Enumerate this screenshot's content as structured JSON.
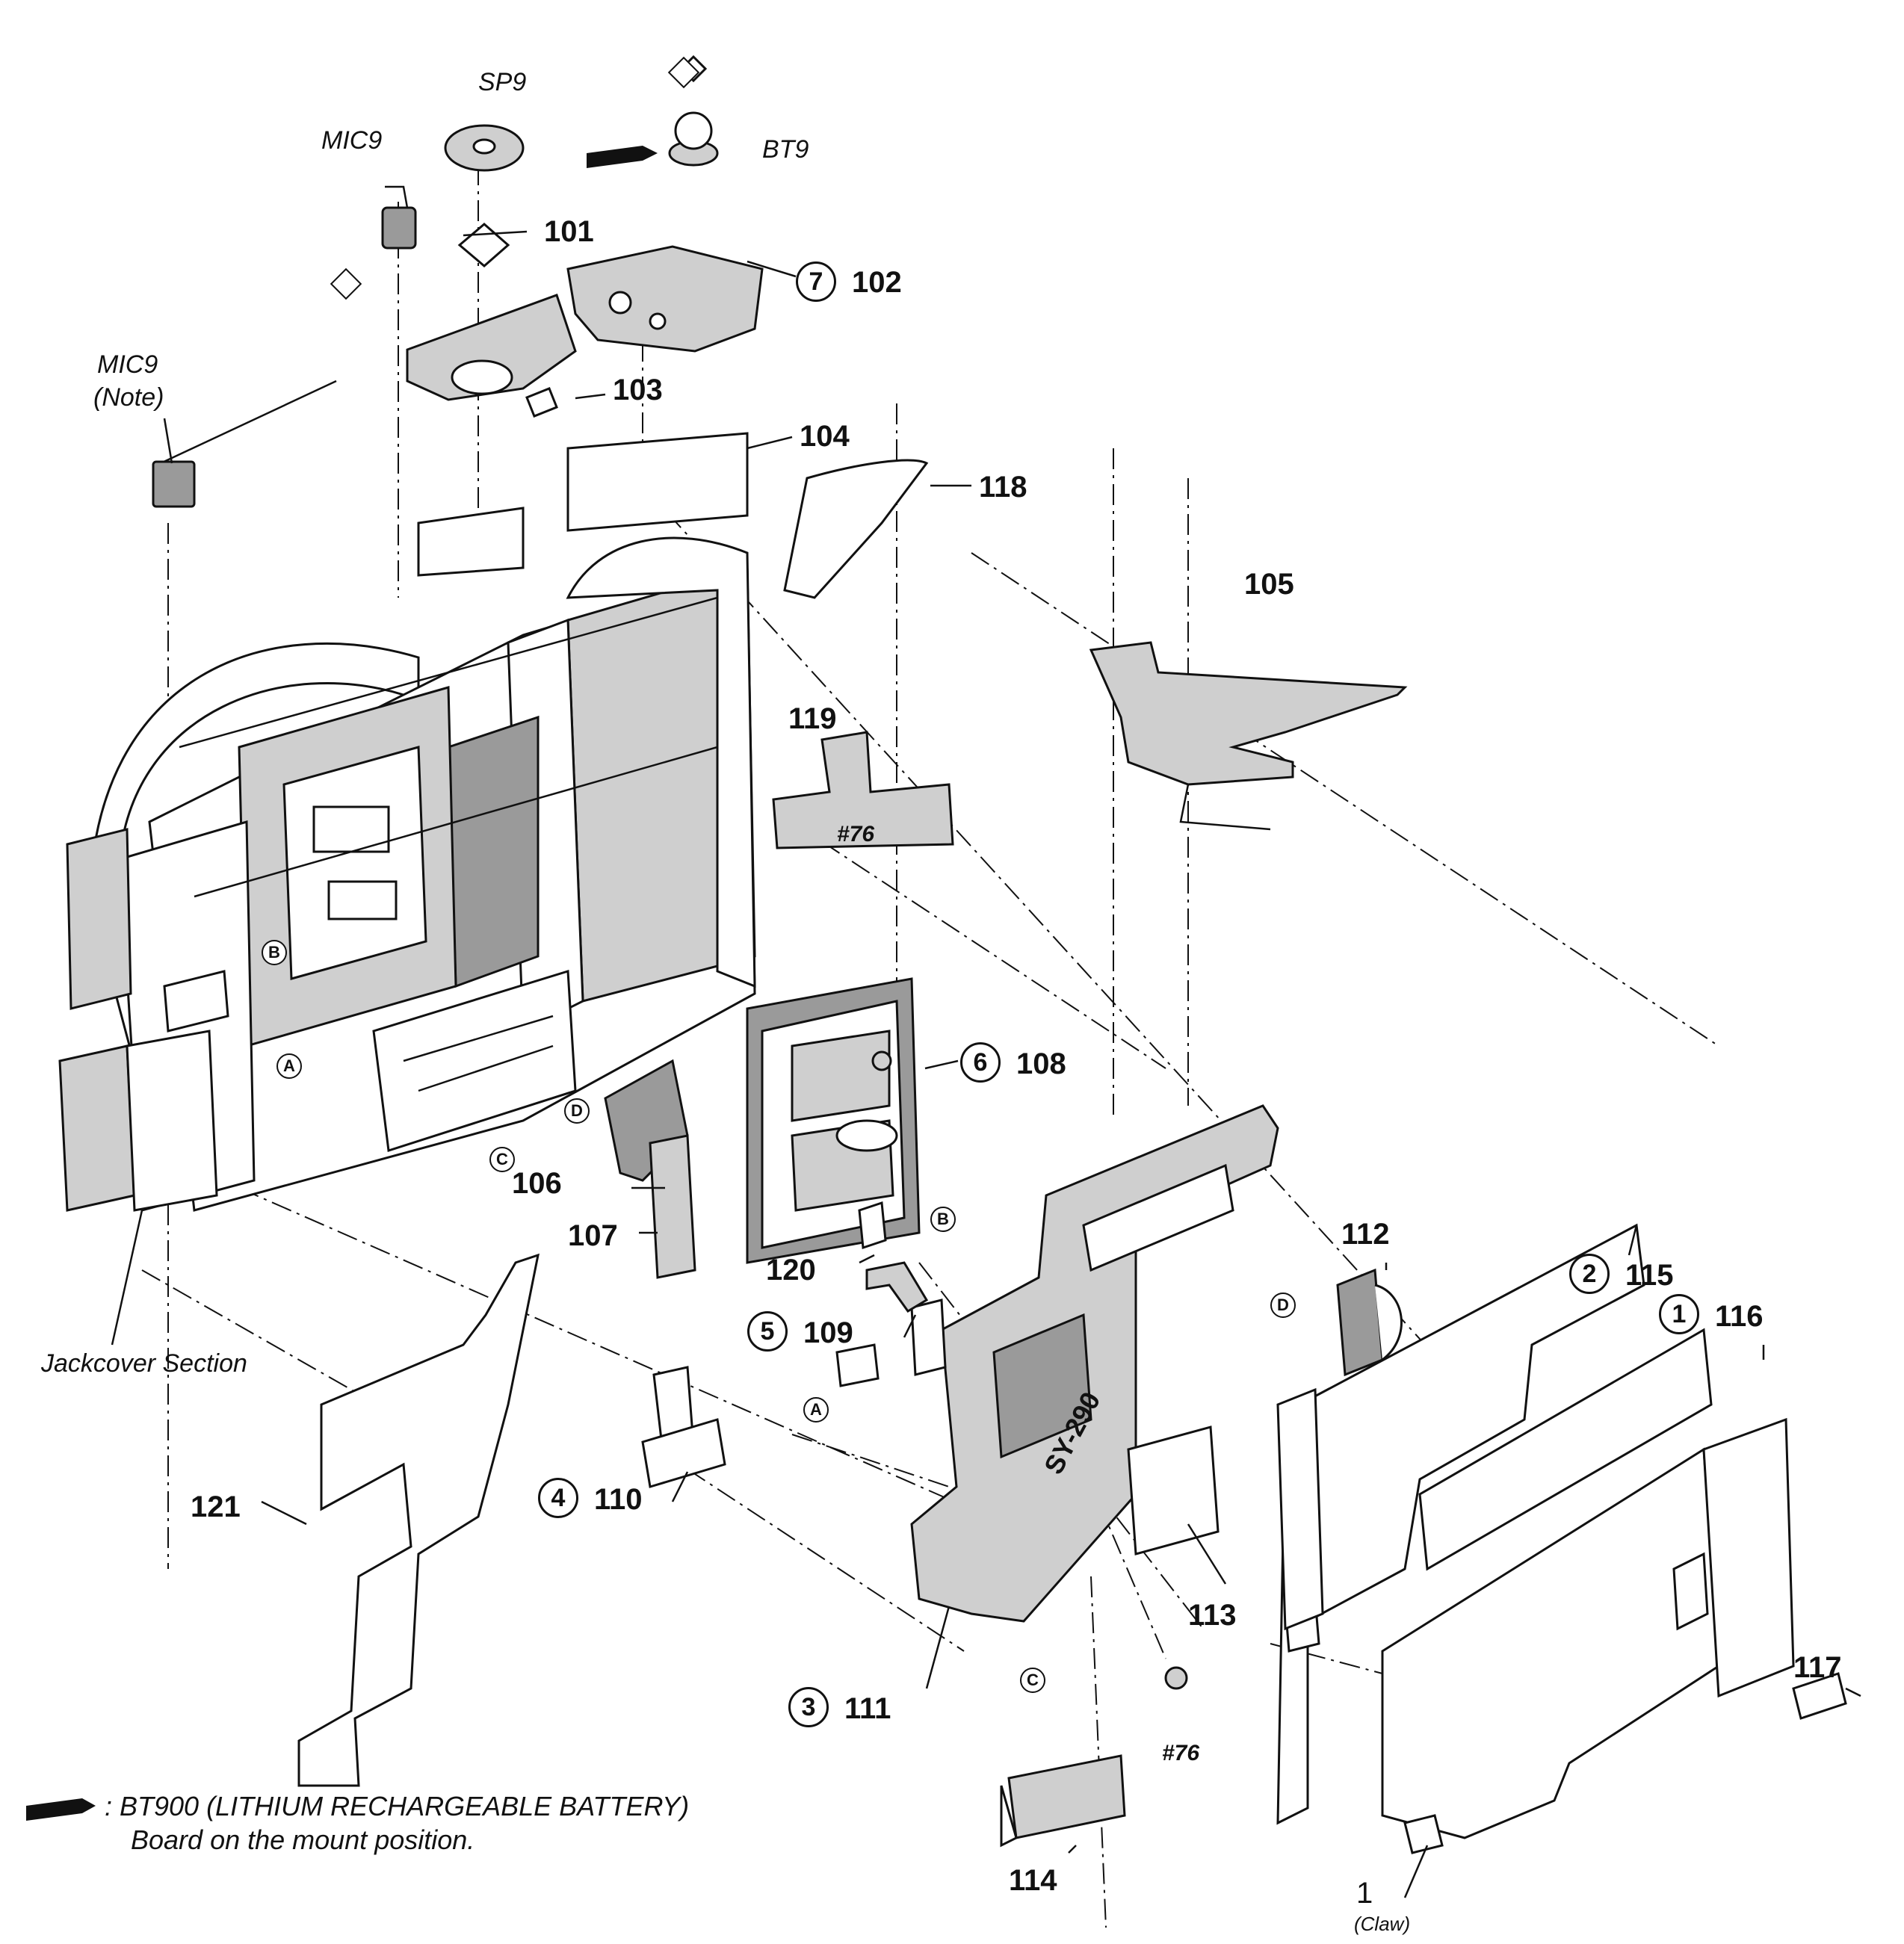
{
  "diagram": {
    "part_labels": {
      "sp9": "SP9",
      "mic9_top": "MIC9",
      "bt9": "BT9",
      "mic9_left": "MIC9",
      "mic9_note": "(Note)",
      "p101": "101",
      "p102": "102",
      "p103": "103",
      "p104": "104",
      "p105": "105",
      "p106": "106",
      "p107": "107",
      "p108": "108",
      "p109": "109",
      "p110": "110",
      "p111": "111",
      "p112": "112",
      "p113": "113",
      "p114": "114",
      "p115": "115",
      "p116": "116",
      "p117": "117",
      "p118": "118",
      "p119": "119",
      "p120": "120",
      "p121": "121",
      "screw_a": "#76",
      "screw_b": "#76",
      "claw_num": "1",
      "claw": "(Claw)",
      "jackcover": "Jackcover Section",
      "board": "SY-290"
    },
    "circled_numbers": {
      "c1": "1",
      "c2": "2",
      "c3": "3",
      "c4": "4",
      "c5": "5",
      "c6": "6",
      "c7": "7"
    },
    "connection_letters": {
      "a": "A",
      "b": "B",
      "c": "C",
      "d": "D"
    },
    "note": {
      "line1": ": BT900 (LITHIUM RECHARGEABLE BATTERY)",
      "line2": "Board on the mount position."
    }
  }
}
